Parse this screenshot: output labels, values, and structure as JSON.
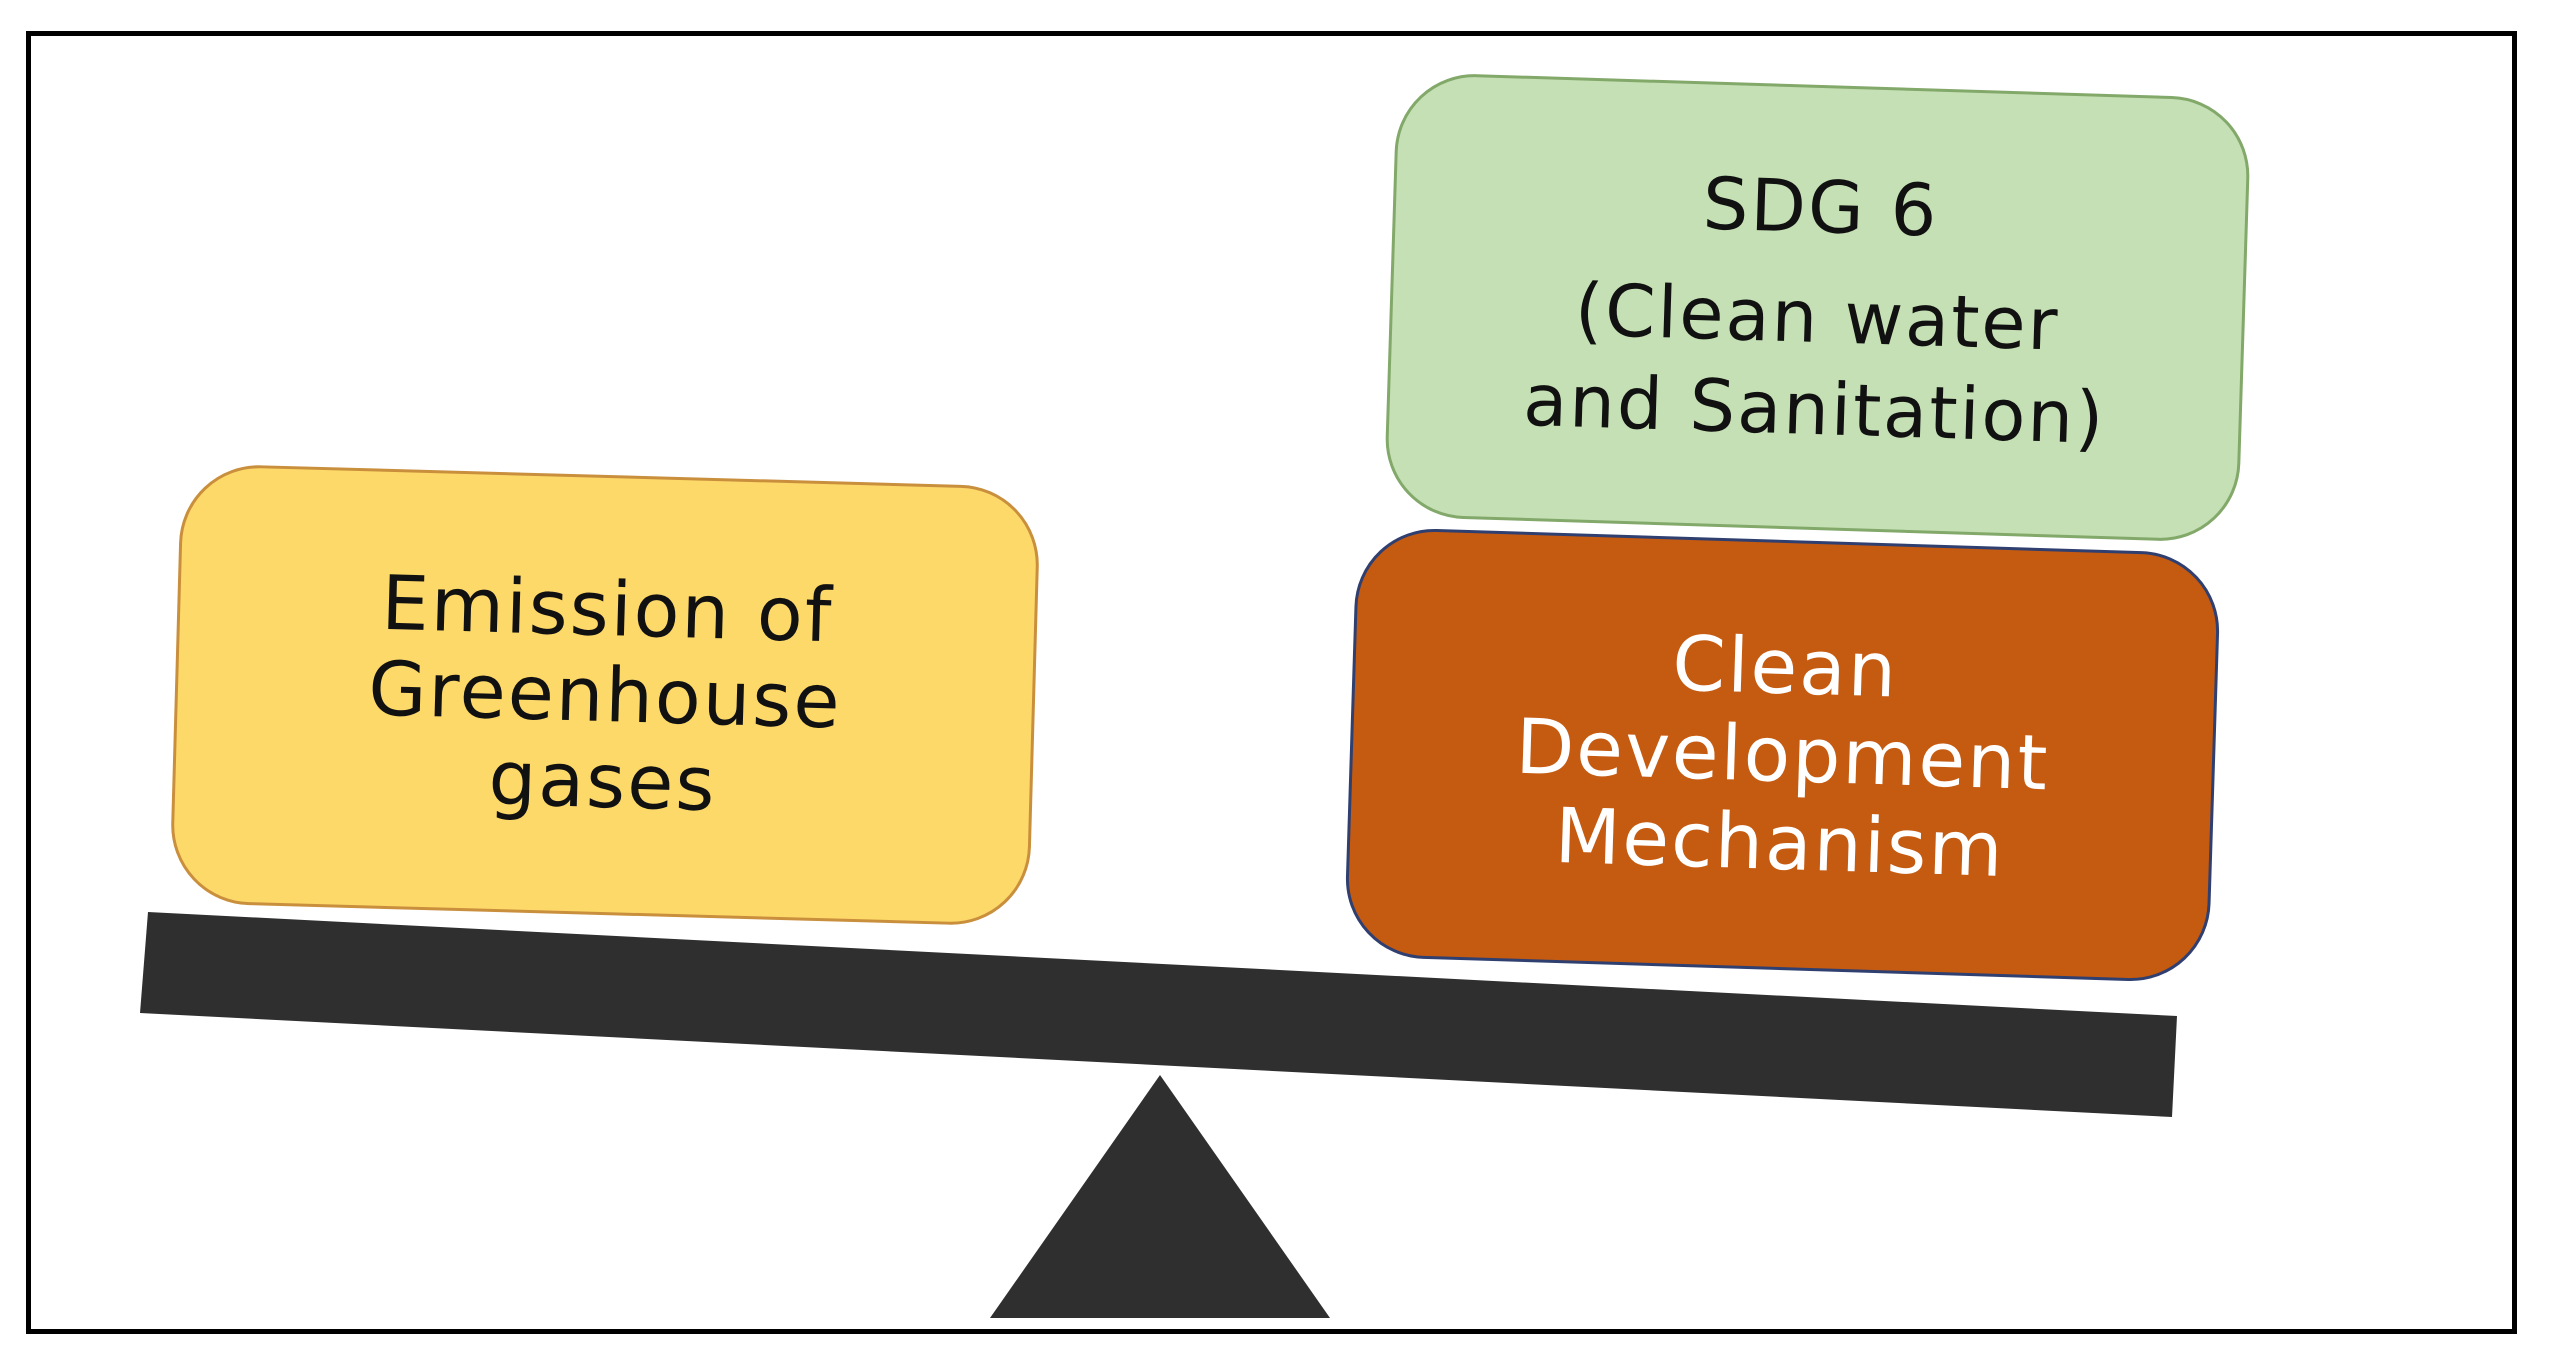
{
  "diagram": {
    "left_box": {
      "lines": [
        "Emission of",
        "Greenhouse",
        "gases"
      ],
      "fill": "#fdd96a"
    },
    "top_right_box": {
      "lines": [
        "SDG 6",
        "(Clean water",
        "and Sanitation)"
      ],
      "fill": "#c5e0b4"
    },
    "middle_right_box": {
      "lines": [
        "Clean",
        "Development",
        "Mechanism"
      ],
      "fill": "#c55a11"
    },
    "beam_color": "#2f2f2f",
    "fulcrum_color": "#2f2f2f"
  }
}
